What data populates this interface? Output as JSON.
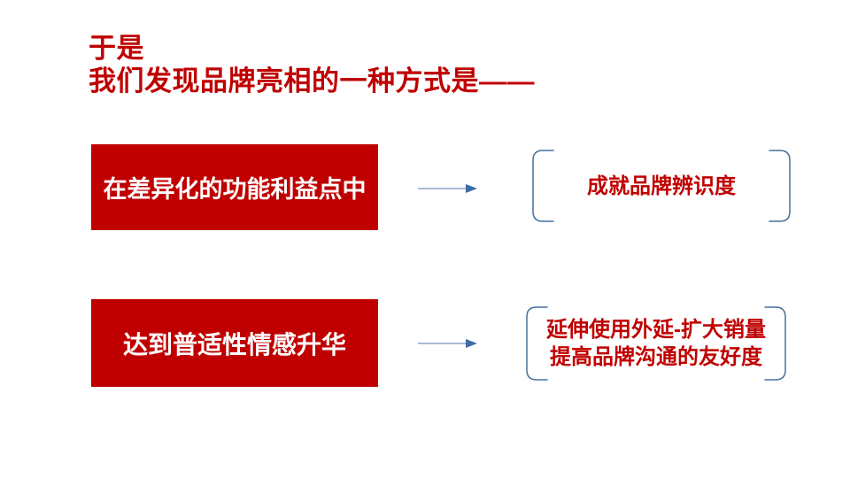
{
  "slide": {
    "title": {
      "line1": "于是",
      "line2": "我们发现品牌亮相的一种方式是——"
    },
    "rows": [
      {
        "source": "在差异化的功能利益点中",
        "result_lines": [
          "成就品牌辨识度"
        ]
      },
      {
        "source": "达到普适性情感升华",
        "result_lines": [
          "延伸使用外延-扩大销量",
          "提高品牌沟通的友好度"
        ]
      }
    ],
    "icons": {
      "connector": "right-arrow-icon",
      "result_frame": "bracket-frame"
    },
    "colors": {
      "title_text": "#c00000",
      "box_fill": "#c00000",
      "box_text": "#ffffff",
      "result_text": "#c00000",
      "bracket_stroke": "#44719c",
      "arrow_line": "#a7bbd9",
      "arrow_head": "#3e6ba8"
    }
  }
}
